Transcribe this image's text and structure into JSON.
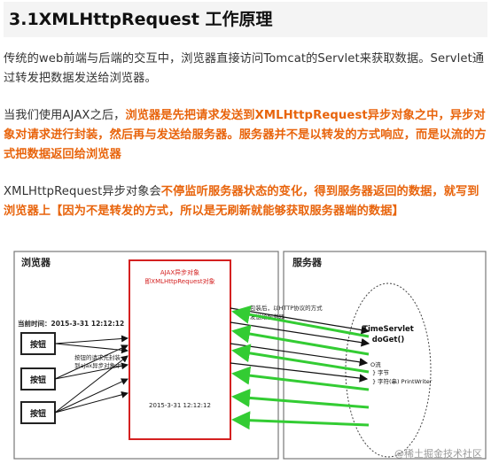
{
  "heading": "3.1XMLHttpRequest 工作原理",
  "p1": "传统的web前端与后端的交互中，浏览器直接访问Tomcat的Servlet来获取数据。Servlet通过转发把数据发送给浏览器。",
  "p2": {
    "lead": "当我们使用AJAX之后，",
    "highlight": "浏览器是先把请求发送到XMLHttpRequest异步对象之中，异步对象对请求进行封装，然后再与发送给服务器。服务器并不是以转发的方式响应，而是以流的方式把数据返回给浏览器"
  },
  "p3": {
    "lead": "XMLHttpRequest异步对象会",
    "highlight": "不停监听服务器状态的变化，得到服务器返回的数据，就写到浏览器上【因为不是转发的方式，所以是无刷新就能够获取服务器端的数据】"
  },
  "figure": {
    "browser_label": "浏览器",
    "server_label": "服务器",
    "ajax_line1": "AJAX异步对象",
    "ajax_line2": "即XMLHttpRequest对象",
    "current_time": "当前时间：2015-3-31 12:12:12",
    "button_label": "按钮",
    "request_note_line1": "按钮的请求先封装",
    "request_note_line2": "到ajax异步对象中",
    "pack_note_line1": "包装后，以HTTP协议的方式",
    "pack_note_line2": "发送给服务器",
    "ajax_time": "2015-3-31 12:12:12",
    "servlet_line1": "TimeServlet",
    "servlet_line2": "doGet()",
    "stream": "O流",
    "bytes": "字节",
    "chars": "字符(串) PrintWriter",
    "watermark": "@稀土掘金技术社区",
    "colors": {
      "accent": "#e8640c",
      "box_red": "#d42020",
      "arrow_green": "#33cc33"
    }
  }
}
